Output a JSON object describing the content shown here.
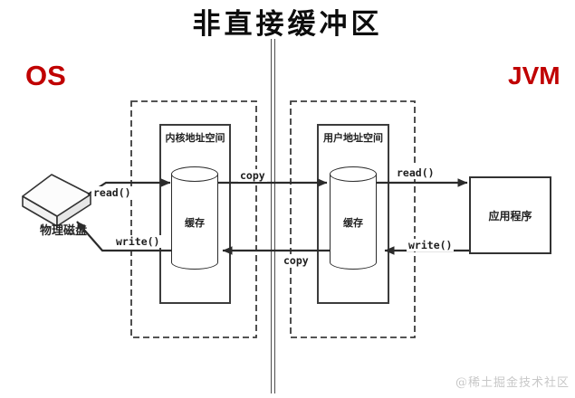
{
  "title": "非直接缓冲区",
  "os": {
    "label": "OS"
  },
  "jvm": {
    "label": "JVM"
  },
  "kernel_space": {
    "title": "内核地址空间",
    "buffer": "缓存"
  },
  "user_space": {
    "title": "用户地址空间",
    "buffer": "缓存"
  },
  "disk": {
    "label": "物理磁盘"
  },
  "application": {
    "label": "应用程序"
  },
  "flows": {
    "read_disk_to_kernel": "read()",
    "copy_kernel_to_user": "copy",
    "read_user_to_app": "read()",
    "write_app_to_user": "write()",
    "copy_user_to_kernel": "copy",
    "write_kernel_to_disk": "write()"
  },
  "watermark": "@稀土掘金技术社区",
  "colors": {
    "accent": "#c00000",
    "line": "#2b2b2b",
    "dashed_border": "#3c3c3c",
    "watermark": "#c8c8c8"
  }
}
